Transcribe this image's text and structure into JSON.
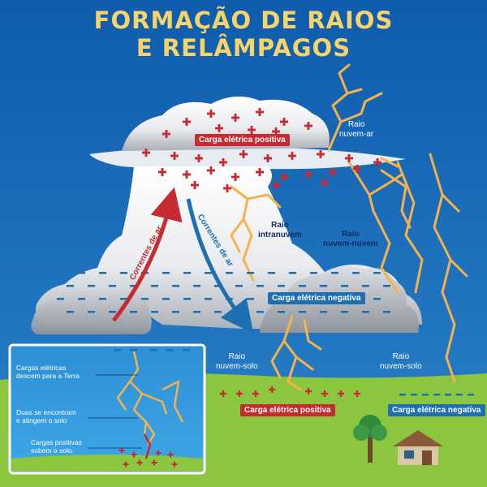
{
  "title": {
    "line1": "FORMAÇÃO DE RAIOS",
    "line2": "E RELÂMPAGOS"
  },
  "labels": {
    "carga_positiva_nuvem": "Carga elétrica positiva",
    "carga_negativa_nuvem": "Carga elétrica negativa",
    "carga_positiva_solo": "Carga elétrica positiva",
    "carga_negativa_solo": "Carga elétrica negativa",
    "raio_nuvem_ar": "Raio\nnuvem-ar",
    "raio_intranuvem": "Raio\nintranuvem",
    "raio_nuvem_nuvem": "Raio\nnuvem-nuvem",
    "raio_nuvem_solo_1": "Raio\nnuvem-solo",
    "raio_nuvem_solo_2": "Raio\nnuvem-solo",
    "correntes_subida": "Correntes de ar",
    "correntes_descida": "Correntes de ar"
  },
  "inset": {
    "step1": "Cargas elétricas\ndescem para a Terra",
    "step2": "Duas se encontram\ne atingem o solo",
    "step3": "Cargas positivas\nsobem o solo."
  },
  "colors": {
    "sky": "#1668B8",
    "grass": "#8CC63F",
    "lightning": "#F6B24A",
    "positive": "#C62B32",
    "negative": "#1E6FB0",
    "title": "#F7D46A"
  }
}
